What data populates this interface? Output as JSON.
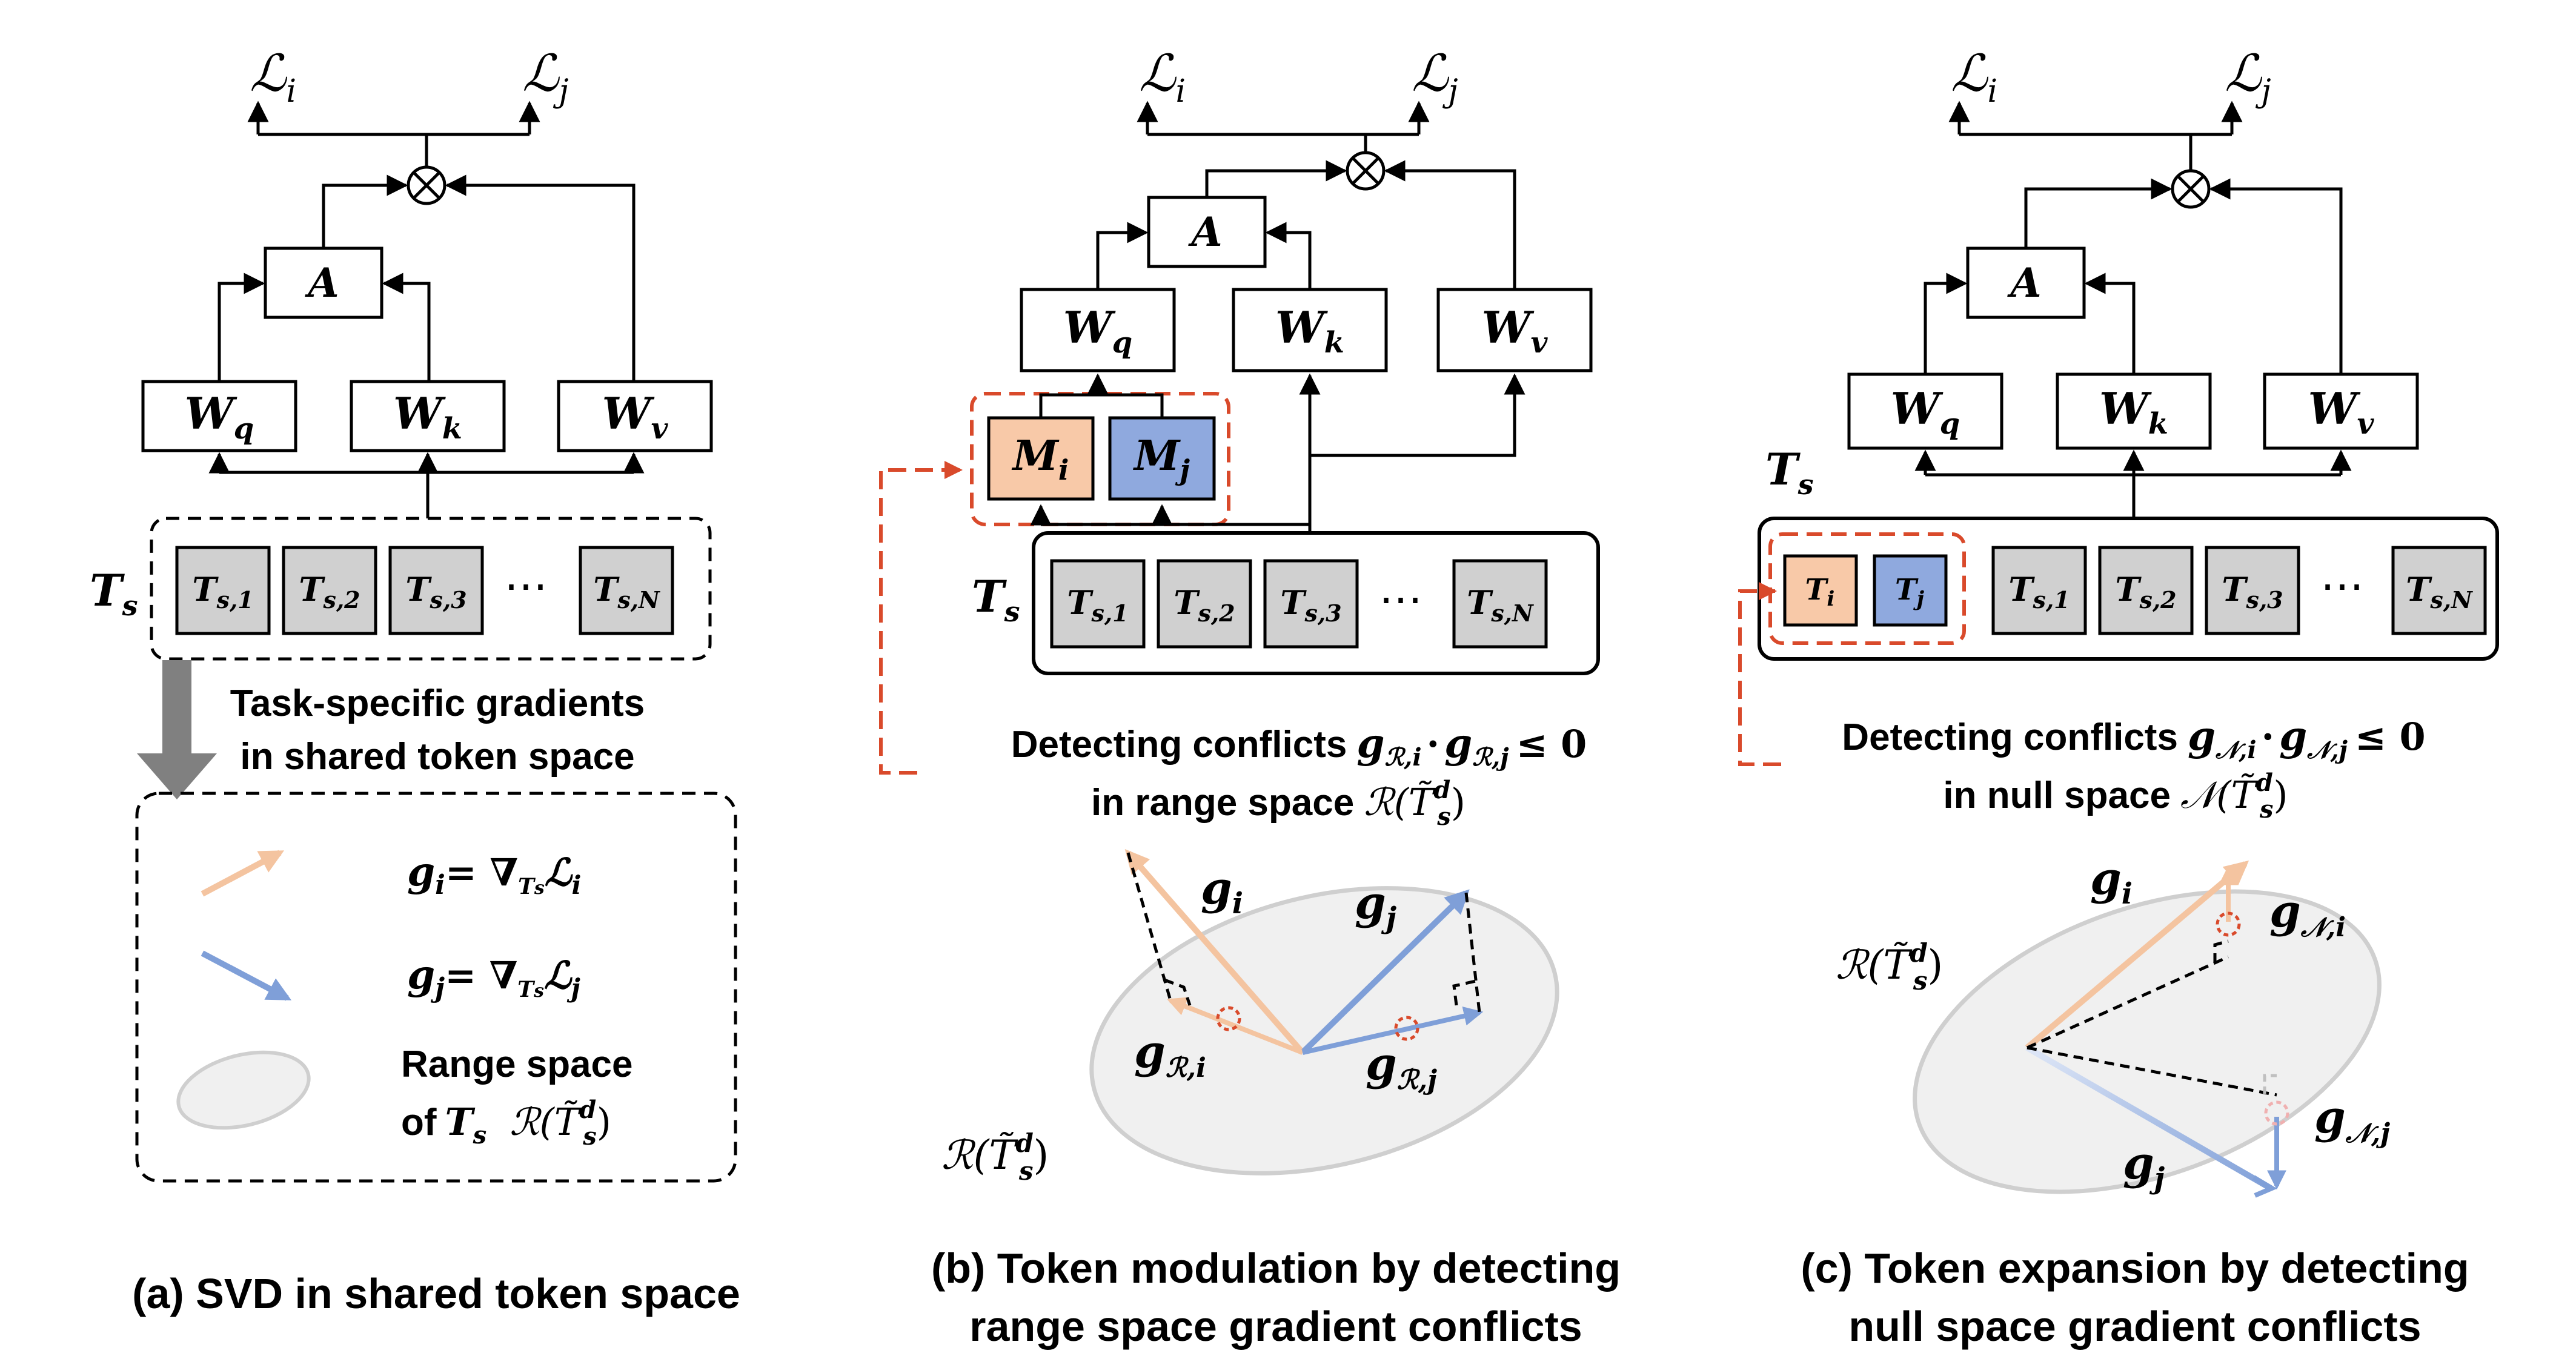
{
  "colors": {
    "task_i": "#f8c9a8",
    "task_j": "#8fa9de",
    "token_fill": "#d0d0d0",
    "conflict_red": "#d94a2b",
    "ellipse_fill": "#f0f0f0",
    "arrow_orange": "#f4c4a0",
    "arrow_blue": "#7f9fd8"
  },
  "common": {
    "loss_i": "ℒ",
    "loss_i_sub": "i",
    "loss_j": "ℒ",
    "loss_j_sub": "j",
    "attention": "A",
    "wq": "W",
    "wq_sub": "q",
    "wk": "W",
    "wk_sub": "k",
    "wv": "W",
    "wv_sub": "v",
    "ts": "T",
    "ts_sub": "s",
    "tok": "T",
    "tok_sub1": "s,1",
    "tok_sub2": "s,2",
    "tok_sub3": "s,3",
    "tok_subN": "s,N",
    "ellipsis": "⋯"
  },
  "panel_a": {
    "caption": "(a) SVD in shared token space",
    "gradient_note_1": "Task-specific gradients",
    "gradient_note_2": "in shared token space",
    "legend_gi": "g",
    "legend_gi_sub": "i",
    "legend_gi_rhs": "= ∇",
    "legend_gi_loss": "ℒ",
    "legend_gi_loss_sub": "i",
    "legend_gj": "g",
    "legend_gj_sub": "j",
    "legend_gj_rhs": "= ∇",
    "legend_gj_loss": "ℒ",
    "legend_gj_loss_sub": "j",
    "legend_range_1": "Range space",
    "legend_range_2": "of",
    "legend_range_space": "ℛ(T̃",
    "legend_range_sup": "d",
    "legend_range_sub": "s",
    "legend_range_close": ")"
  },
  "panel_b": {
    "caption_1": "(b) Token modulation by detecting",
    "caption_2": "range space gradient conflicts",
    "mi": "M",
    "mi_sub": "i",
    "mj": "M",
    "mj_sub": "j",
    "detect_1": "Detecting conflicts",
    "detect_formula": "g",
    "detect_sub_i": "ℛ,i",
    "detect_dot": "·",
    "detect_sub_j": "ℛ,j",
    "detect_le": "≤ 0",
    "detect_2": "in range space",
    "space_symbol": "ℛ(T̃",
    "space_sup": "d",
    "space_sub": "s",
    "space_close": ")",
    "gi": "g",
    "gi_sub": "i",
    "gj": "g",
    "gj_sub": "j",
    "gri": "g",
    "gri_sub": "ℛ,i",
    "grj": "g",
    "grj_sub": "ℛ,j"
  },
  "panel_c": {
    "caption_1": "(c) Token expansion by detecting",
    "caption_2": "null space gradient conflicts",
    "ti": "T",
    "ti_sub": "i",
    "tj": "T",
    "tj_sub": "j",
    "detect_1": "Detecting conflicts",
    "detect_formula": "g",
    "detect_sub_i": "𝒩,i",
    "detect_dot": "·",
    "detect_sub_j": "𝒩,j",
    "detect_le": "≤ 0",
    "detect_2": "in null space",
    "space_symbol": "𝒩(T̃",
    "space_sup": "d",
    "space_sub": "s",
    "space_close": ")",
    "range_label": "ℛ(T̃",
    "range_sup": "d",
    "range_sub": "s",
    "range_close": ")",
    "gi": "g",
    "gi_sub": "i",
    "gj": "g",
    "gj_sub": "j",
    "gni": "g",
    "gni_sub": "𝒩,i",
    "gnj": "g",
    "gnj_sub": "𝒩,j"
  }
}
